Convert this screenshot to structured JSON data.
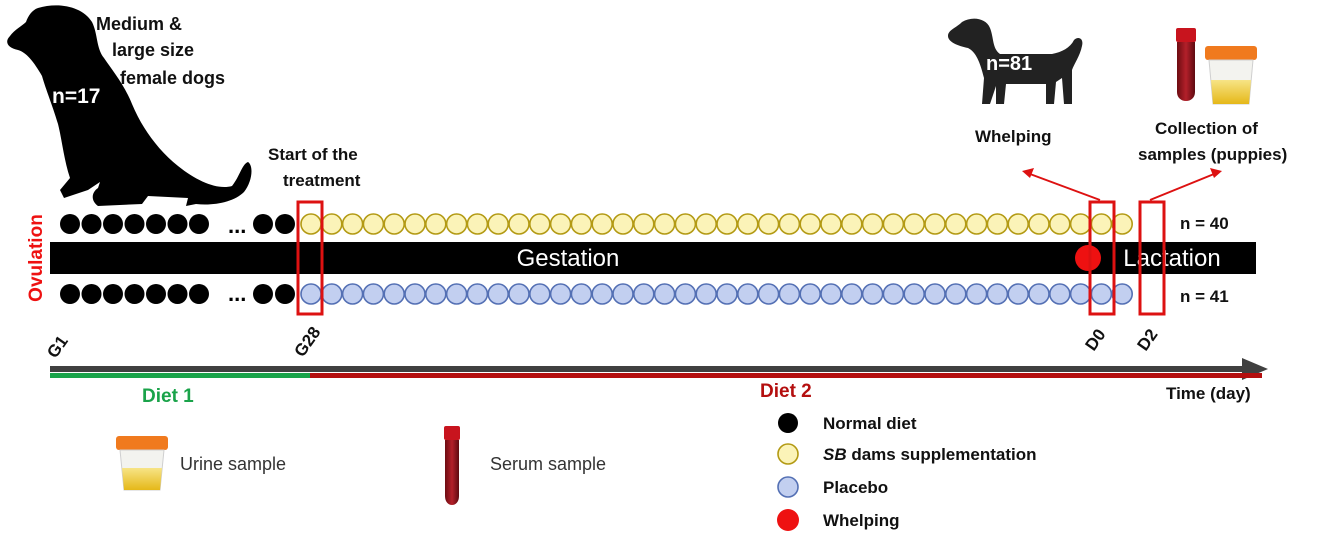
{
  "colors": {
    "normal_diet": "#000000",
    "sb_supplementation_fill": "#fbf3b8",
    "sb_supplementation_stroke": "#b39a14",
    "placebo_fill": "#c2cff0",
    "placebo_stroke": "#5470b4",
    "whelping": "#ee1111",
    "highlight_box": "#dd1111",
    "diet1": "#1aa34a",
    "diet2": "#b40f0f",
    "time_axis": "#404040",
    "ovulation_label": "#ee1111"
  },
  "icons": [
    "dog-silhouette-icon",
    "puppy-silhouette-icon",
    "blood-tube-icon",
    "urine-cup-icon"
  ],
  "intro": {
    "title_line1": "Medium &",
    "title_line2": "large size",
    "title_line3": "female dogs",
    "n_dams": "n=17"
  },
  "treatment": {
    "line1": "Start of the",
    "line2": "treatment"
  },
  "whelping_block": {
    "n_puppies": "n=81",
    "label": "Whelping"
  },
  "collection_block": {
    "line1": "Collection of",
    "line2": "samples (puppies)"
  },
  "groups": {
    "top_count": "n = 40",
    "bottom_count": "n = 41",
    "ellipsis": "..."
  },
  "phases": {
    "ovulation": "Ovulation",
    "gestation": "Gestation",
    "lactation": "Lactation"
  },
  "timepoints": {
    "g1": "G1",
    "g28": "G28",
    "d0": "D0",
    "d2": "D2"
  },
  "diets": {
    "diet1": "Diet 1",
    "diet2": "Diet 2"
  },
  "time_axis": {
    "label": "Time (day)"
  },
  "samples": {
    "urine": "Urine sample",
    "serum": "Serum sample"
  },
  "legend": {
    "normal_diet": "Normal diet",
    "sb_italic": "SB",
    "sb_rest": " dams supplementation",
    "placebo": "Placebo",
    "whelping": "Whelping"
  }
}
